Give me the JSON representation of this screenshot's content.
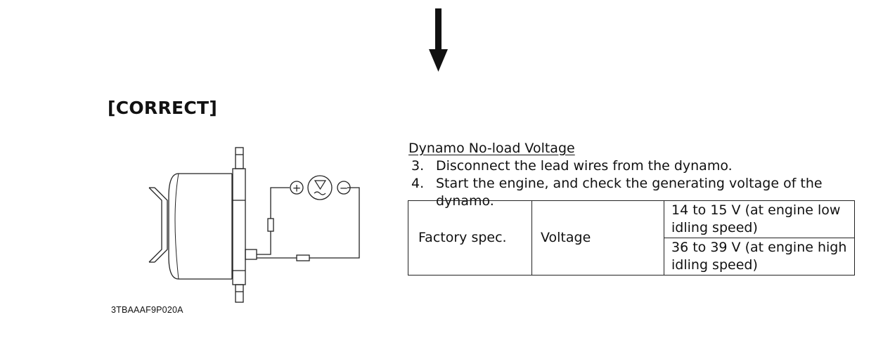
{
  "page": {
    "heading": "[CORRECT]",
    "figure_code": "3TBAAAF9P020A"
  },
  "diagram": {
    "meter_positive": "+",
    "meter_negative": "−",
    "meter_symbol": "V",
    "icon": "down-arrow-icon"
  },
  "section": {
    "title": "Dynamo No-load Voltage",
    "steps": [
      {
        "num": "3.",
        "text": "Disconnect the lead wires from the dynamo."
      },
      {
        "num": "4.",
        "text": "Start the engine, and check the generating voltage of the dynamo."
      }
    ]
  },
  "spec_table": {
    "label": "Factory spec.",
    "item": "Voltage",
    "values": [
      "14 to 15 V (at engine low idling speed)",
      "36 to 39 V (at engine high idling speed)"
    ]
  }
}
